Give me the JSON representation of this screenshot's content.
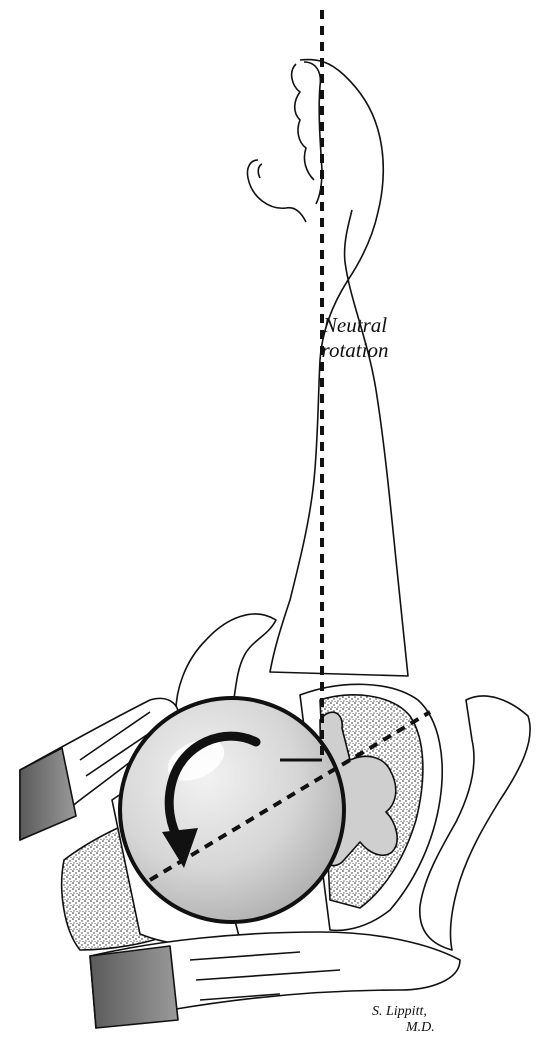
{
  "figure": {
    "label_line1": "Neutral",
    "label_line2": "rotation",
    "signature_line1": "S. Lippitt,",
    "signature_line2": "M.D."
  },
  "icons": {
    "rotation_arrow": "curved-arrow-counterclockwise-icon"
  },
  "colors": {
    "line": "#111111",
    "head_fill": "#d9d9d9",
    "bone_fill": "#ffffff",
    "muscle_fill": "#6e6e6e",
    "stipple": "#222222"
  }
}
